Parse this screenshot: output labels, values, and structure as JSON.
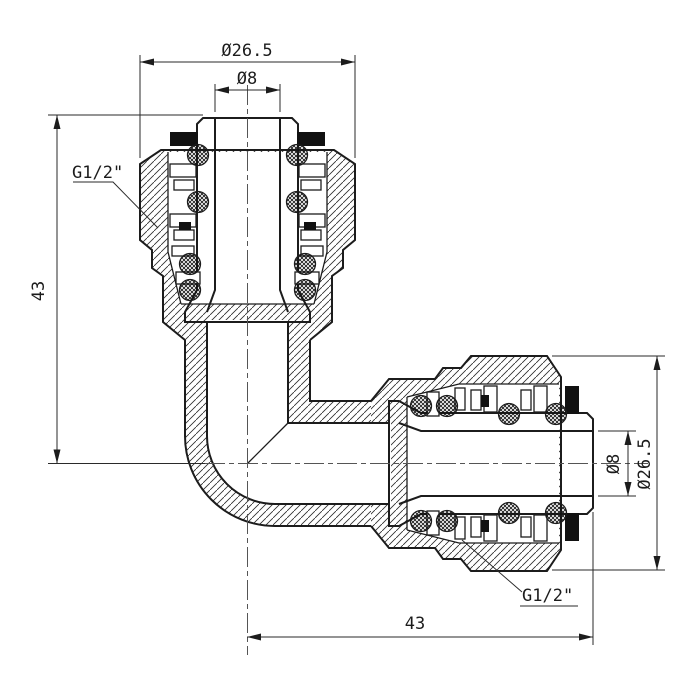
{
  "drawing": {
    "type": "technical-section-drawing",
    "subject": "90-degree elbow compression fitting",
    "background": "#ffffff",
    "line_color": "#1c1c1c",
    "dimensions": {
      "top_outer_diameter": {
        "label": "Ø26.5"
      },
      "top_bore_diameter": {
        "label": "Ø8"
      },
      "left_height": {
        "label": "43"
      },
      "right_bore_diameter": {
        "label": "Ø8"
      },
      "right_outer_diameter": {
        "label": "Ø26.5"
      },
      "bottom_length": {
        "label": "43"
      },
      "top_thread": {
        "label": "G1/2\""
      },
      "bottom_thread": {
        "label": "G1/2\""
      }
    }
  }
}
